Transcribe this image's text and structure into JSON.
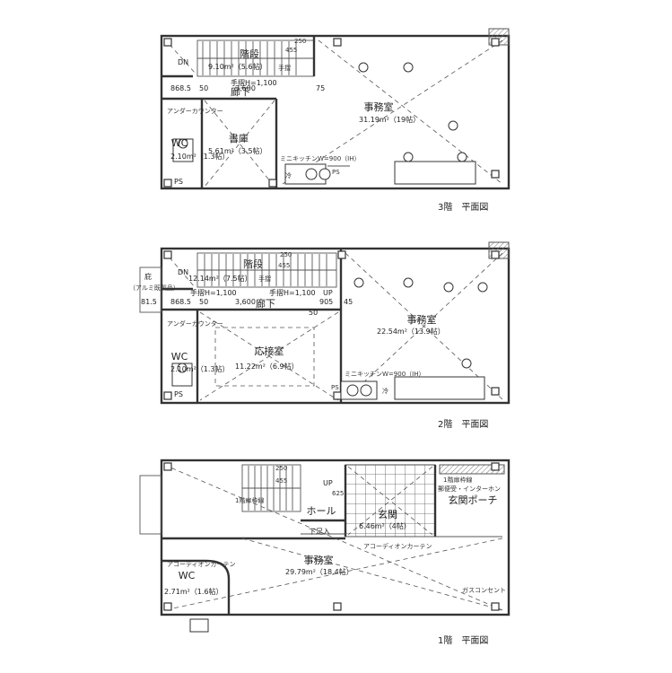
{
  "captions": {
    "f3": "3階　平面図",
    "f2": "2階　平面図",
    "f1": "1階　平面図"
  },
  "floor3": {
    "stairs": "階段",
    "stairs_area": "9.10m²（5.6帖）",
    "dn": "DN",
    "handrail": "手摺H=1,100",
    "handrail_short": "手摺",
    "corridor": "廊下",
    "dim1": "868.5",
    "dim2": "50",
    "dim3": "3,600",
    "dim4": "75",
    "dim_vert": "455",
    "dim_vert2": "250",
    "under_counter": "アンダーカウンター",
    "wc": "WC",
    "wc_area": "2.10m²（1.3帖）",
    "study": "書庫",
    "study_area": "5.61m²（3.5帖）",
    "office": "事務室",
    "office_area": "31.19m²（19帖）",
    "kitchen": "ミニキッチンW=900（IH）",
    "ps": "PS",
    "cold": "冷",
    "ps_wc": "PS"
  },
  "floor2": {
    "stairs": "階段",
    "stairs_area": "12.14m²（7.5帖）",
    "dn": "DN",
    "handrail": "手摺",
    "handrail1": "手摺H=1,100",
    "handrail2": "手摺H=1,100",
    "up": "UP",
    "corridor": "廊下",
    "dim1": "868.5",
    "dim2": "50",
    "dim3": "3,600",
    "dim4": "905",
    "dim5": "45",
    "dim6": "50",
    "dim_vert": "455",
    "dim_vert2": "250",
    "eaves": "庇",
    "eaves_note": "（アルミ既製品）",
    "eaves_dim": "81.5",
    "under_counter": "アンダーカウンター",
    "wc": "WC",
    "wc_area": "2.10m²（1.3帖）",
    "reception": "応接室",
    "reception_area": "11.22m²（6.9帖）",
    "office": "事務室",
    "office_area": "22.54m²（13.9帖）",
    "kitchen": "ミニキッチンW=900（IH）",
    "ps": "PS",
    "cold": "冷",
    "ps_wc": "PS"
  },
  "floor1": {
    "up": "UP",
    "hall": "ホール",
    "shoe": "下足入",
    "dim_vert": "455",
    "dim_vert2": "250",
    "dim_side": "625",
    "frame_label": "1階扉枠線",
    "entrance": "玄関",
    "entrance_area": "6.46m²（4帖）",
    "porch": "玄関ポーチ",
    "mailbox": "郵便受・インターホン",
    "post_label": "1階扉枠線",
    "accordion1": "アコーディオンカーテン",
    "accordion2": "アコーディオンカーテン",
    "office": "事務室",
    "office_area": "29.79m²（18.4帖）",
    "wc": "WC",
    "wc_area": "2.71m²（1.6帖）",
    "gas": "ガスコンセント"
  }
}
